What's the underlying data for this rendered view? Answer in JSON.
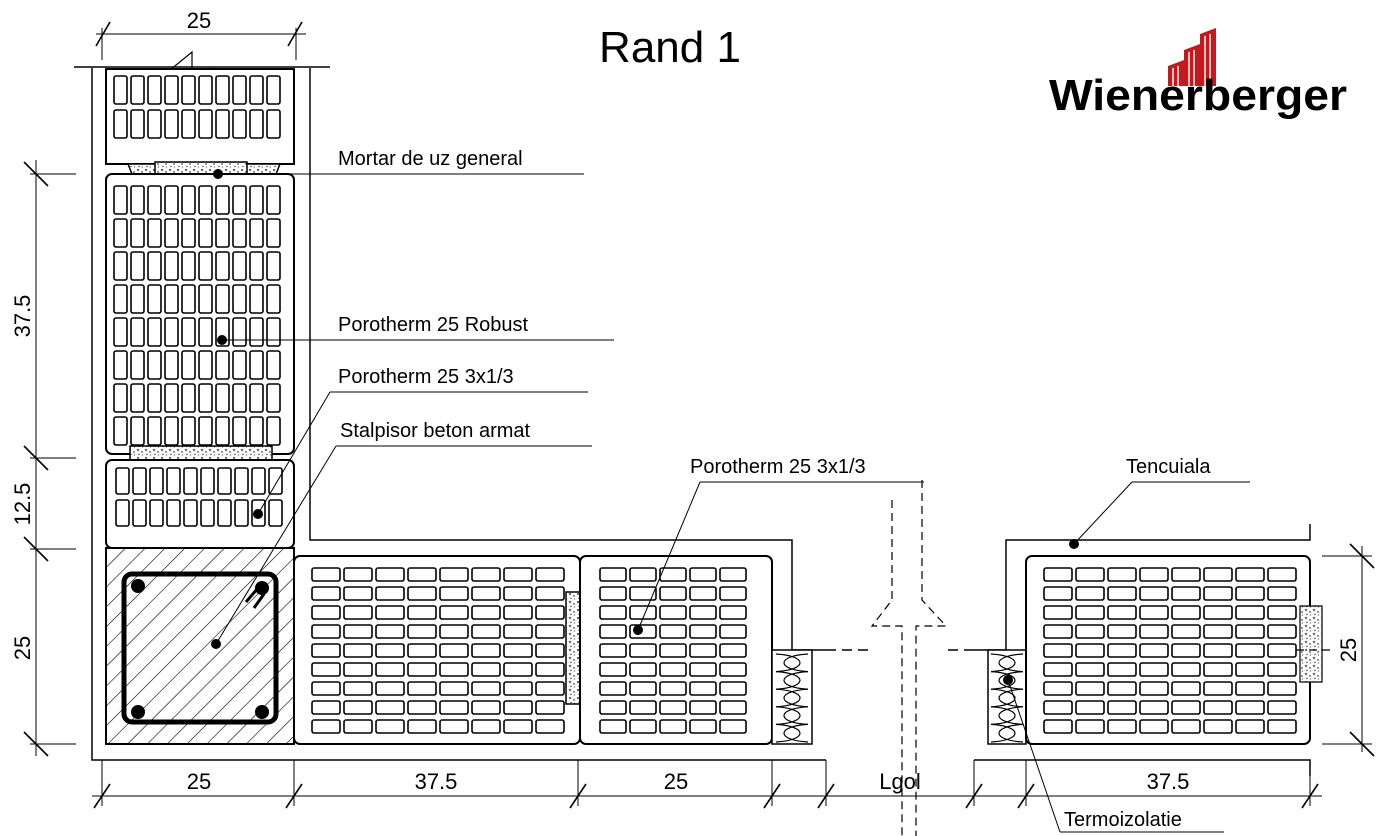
{
  "title": "Rand 1",
  "logo": {
    "text": "Wienerberger",
    "color": "#c8181e"
  },
  "labels": {
    "mortar": "Mortar de uz general",
    "robust": "Porotherm 25 Robust",
    "p3x13_left": "Porotherm 25 3x1/3",
    "column": "Stalpisor beton armat",
    "p3x13_mid": "Porotherm 25 3x1/3",
    "plaster": "Tencuiala",
    "insulation": "Termoizolatie"
  },
  "dimensions": {
    "top_width": "25",
    "left_robust": "37.5",
    "left_small": "12.5",
    "left_column": "25",
    "bottom_column": "25",
    "bottom_block1": "37.5",
    "bottom_block2": "25",
    "bottom_gap": "Lgol",
    "bottom_right": "37.5",
    "right_height": "25"
  }
}
